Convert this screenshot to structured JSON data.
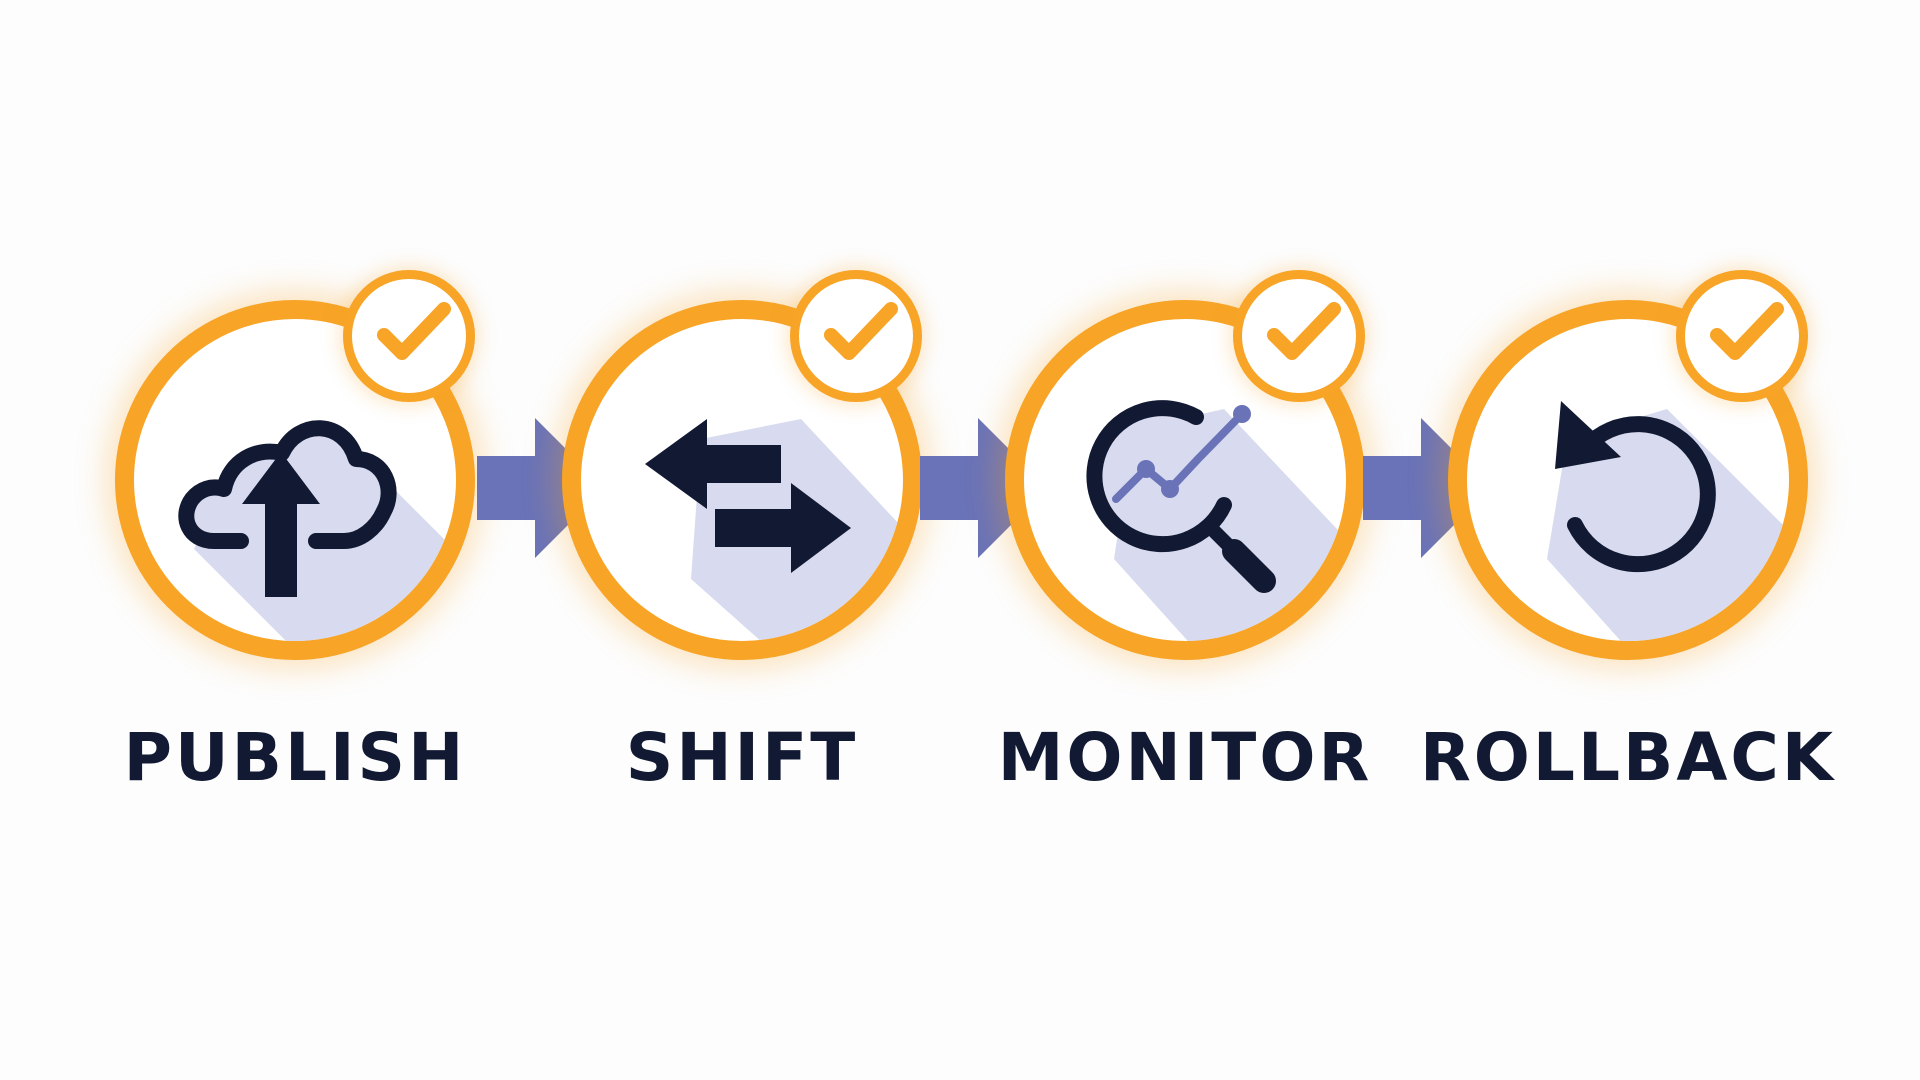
{
  "colors": {
    "accent": "#f7a427",
    "arrow": "#6a73b8",
    "shadow": "#d8dbef",
    "ink": "#121a33",
    "background": "#fdfdfd"
  },
  "steps": [
    {
      "label": "PUBLISH",
      "icon": "cloud-upload-icon",
      "status": "check-icon"
    },
    {
      "label": "SHIFT",
      "icon": "swap-arrows-icon",
      "status": "check-icon"
    },
    {
      "label": "MONITOR",
      "icon": "magnifier-chart-icon",
      "status": "check-icon"
    },
    {
      "label": "ROLLBACK",
      "icon": "rotate-ccw-icon",
      "status": "check-icon"
    }
  ],
  "connectors": [
    "arrow-right-icon",
    "arrow-right-icon",
    "arrow-right-icon"
  ]
}
